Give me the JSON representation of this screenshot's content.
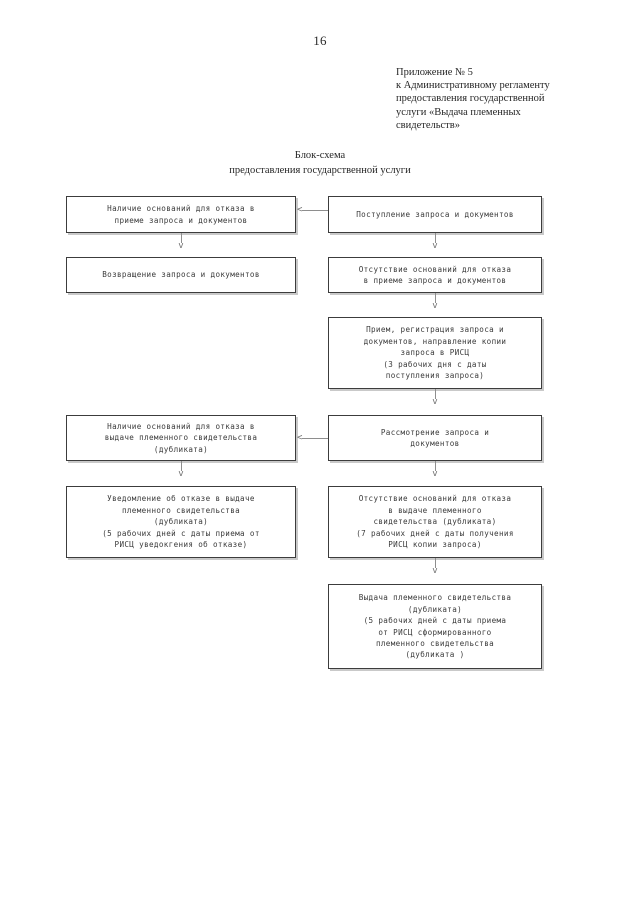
{
  "page": {
    "number": "16"
  },
  "appendix": {
    "lines": [
      "Приложение № 5",
      "к Административному регламенту",
      "предоставления государственной",
      "услуги «Выдача племенных",
      "свидетельств»"
    ]
  },
  "title": {
    "lines": [
      "Блок-схема",
      "предоставления государственной услуги"
    ]
  },
  "flowchart": {
    "type": "flowchart",
    "nodes": [
      {
        "id": "refusal-grounds-intake",
        "lines": [
          "Наличие оснований для отказа в",
          "приеме запроса и документов"
        ]
      },
      {
        "id": "request-received",
        "lines": [
          "Поступление запроса и документов"
        ]
      },
      {
        "id": "return-request",
        "lines": [
          "Возвращение запроса и документов"
        ]
      },
      {
        "id": "no-refusal-grounds-intake",
        "lines": [
          "Отсутствие оснований для отказа",
          "в приеме запроса и документов"
        ]
      },
      {
        "id": "registration",
        "lines": [
          "Прием, регистрация запроса и",
          "документов, направление копии",
          "запроса в РИСЦ",
          "(3 рабочих дня с даты",
          "поступления запроса)"
        ]
      },
      {
        "id": "refusal-grounds-certificate",
        "lines": [
          "Наличие оснований для отказа в",
          "выдаче племенного свидетельства",
          "(дубликата)"
        ]
      },
      {
        "id": "review-request",
        "lines": [
          "Рассмотрение запроса и",
          "документов"
        ]
      },
      {
        "id": "refusal-notification",
        "lines": [
          "Уведомление об отказе в выдаче",
          "племенного свидетельства",
          "(дубликата)",
          "(5 рабочих дней с даты приема от",
          "РИСЦ уведокгения об отказе)"
        ]
      },
      {
        "id": "no-refusal-grounds-certificate",
        "lines": [
          "Отсутствие оснований для отказа",
          "в выдаче племенного",
          "свидетельства (дубликата)",
          "(7 рабочих дней с даты получения",
          "РИСЦ копии запроса)"
        ]
      },
      {
        "id": "issue-certificate",
        "lines": [
          "Выдача племенного свидетельства",
          "(дубликата)",
          "(5 рабочих дней с даты приема",
          "от РИСЦ сформированного",
          "племенного свидетельства",
          "(дубликата )"
        ]
      }
    ],
    "connector_glyphs": {
      "down": "v",
      "left": "<"
    }
  }
}
